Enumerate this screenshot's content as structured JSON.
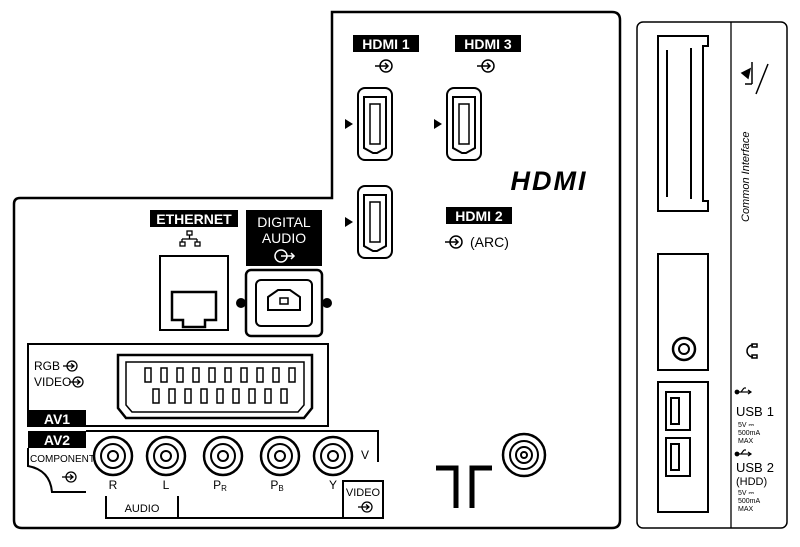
{
  "hdmi": {
    "port1_label": "HDMI 1",
    "port3_label": "HDMI 3",
    "port2_label": "HDMI 2",
    "arc_label": "(ARC)",
    "logo_text": "HDMI"
  },
  "ethernet": {
    "label": "ETHERNET"
  },
  "digital_audio": {
    "line1": "DIGITAL",
    "line2": "AUDIO"
  },
  "scart": {
    "rgb_label": "RGB",
    "video_label": "VIDEO"
  },
  "av": {
    "av1_label": "AV1",
    "av2_label": "AV2",
    "component_label": "COMPONENT",
    "jack_labels": [
      "R",
      "L",
      "P",
      "P",
      "Y"
    ],
    "jack_subscripts": [
      "",
      "",
      "R",
      "B",
      ""
    ],
    "v_label": "V",
    "audio_label": "AUDIO",
    "video_label": "VIDEO"
  },
  "side_panel": {
    "common_interface_label": "Common Interface",
    "usb1": {
      "name": "USB",
      "number": "1",
      "rating": "5V ⎓",
      "current": "500mA",
      "max": "MAX"
    },
    "usb2": {
      "name": "USB",
      "number": "2",
      "hdd": "(HDD)",
      "rating": "5V ⎓",
      "current": "500mA",
      "max": "MAX"
    }
  }
}
